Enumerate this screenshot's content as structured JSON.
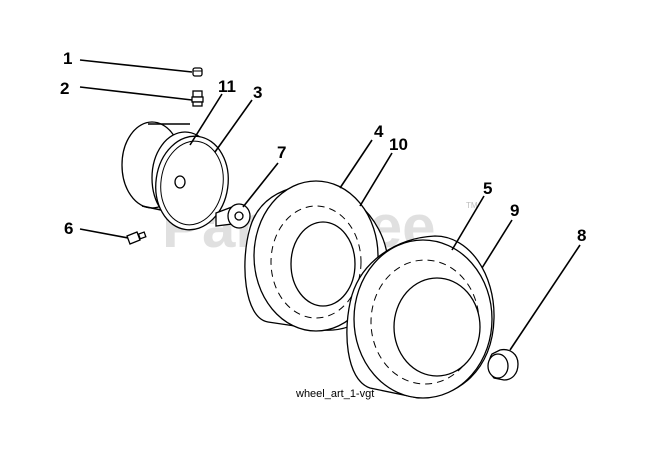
{
  "watermark": {
    "text": "PartsTree",
    "trademark": "TM"
  },
  "caption": "wheel_art_1-vgt",
  "callouts": [
    {
      "id": "1",
      "label": "1",
      "part": "cap"
    },
    {
      "id": "2",
      "label": "2",
      "part": "valve-stem"
    },
    {
      "id": "11",
      "label": "11",
      "part": "rim-inner"
    },
    {
      "id": "3",
      "label": "3",
      "part": "rim"
    },
    {
      "id": "7",
      "label": "7",
      "part": "bushing"
    },
    {
      "id": "6",
      "label": "6",
      "part": "bolt"
    },
    {
      "id": "4",
      "label": "4",
      "part": "tire-front"
    },
    {
      "id": "10",
      "label": "10",
      "part": "tube-front"
    },
    {
      "id": "5",
      "label": "5",
      "part": "tire-rear"
    },
    {
      "id": "9",
      "label": "9",
      "part": "tube-rear"
    },
    {
      "id": "8",
      "label": "8",
      "part": "hub-cap"
    }
  ]
}
